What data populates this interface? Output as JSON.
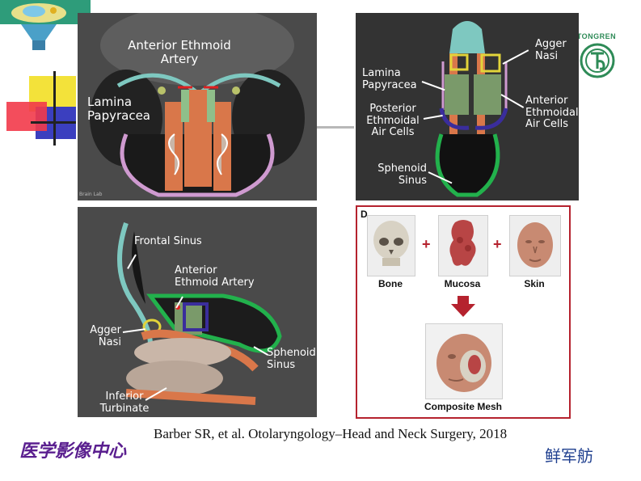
{
  "panels": {
    "coronal": {
      "anterior_ethmoid_artery": "Anterior Ethmoid Artery",
      "lamina_papyracea": "Lamina Papyracea",
      "watermark": "Brain Lab"
    },
    "axial": {
      "agger_nasi": "Agger Nasi",
      "lamina_papyracea": "Lamina Papyracea",
      "posterior_ethmoidal": "Posterior Ethmoidal Air Cells",
      "anterior_ethmoidal": "Anterior Ethmoidal Air Cells",
      "sphenoid_sinus": "Sphenoid Sinus",
      "logo_text": "TONGREN"
    },
    "sagittal": {
      "frontal_sinus": "Frontal Sinus",
      "anterior_ethmoid_artery": "Anterior Ethmoid Artery",
      "agger_nasi": "Agger Nasi",
      "sphenoid_sinus": "Sphenoid Sinus",
      "inferior_turbinate": "Inferior Turbinate"
    },
    "mesh": {
      "letter": "D",
      "bone": "Bone",
      "mucosa": "Mucosa",
      "skin": "Skin",
      "composite": "Composite Mesh"
    }
  },
  "citation": "Barber SR, et al. Otolaryngology–Head and Neck Surgery, 2018",
  "footer_left": "医学影像中心",
  "footer_right": "鲜军舫",
  "colors": {
    "mesh_border": "#b5222e",
    "footer_left": "#5a1f8f",
    "footer_right": "#1f3f8f",
    "teal": "#7ec8c0",
    "orange": "#d9774a",
    "green": "#22b14c",
    "purple": "#3a2d9c",
    "pink": "#cf9ad0"
  }
}
